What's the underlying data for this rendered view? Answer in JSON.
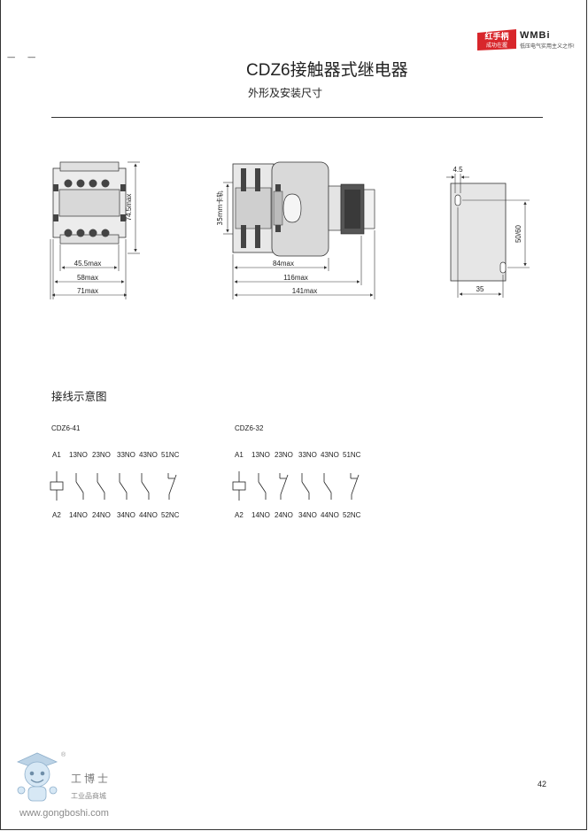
{
  "header": {
    "dashes": [
      "-----",
      "-----"
    ],
    "brand_badge_line1": "红手柄",
    "brand_badge_line2": "成功在握",
    "brand_name": "WMBi",
    "brand_slogan": "低压电气实用主义之作!",
    "title": "CDZ6接触器式继电器",
    "subtitle": "外形及安装尺寸"
  },
  "front_view": {
    "dim_height": "74.5max",
    "dim_w1": "45.5max",
    "dim_w2": "58max",
    "dim_w3": "71max"
  },
  "side_view": {
    "dim_rail": "35mm卡轨",
    "dim_d1": "84max",
    "dim_d2": "116max",
    "dim_d3": "141max"
  },
  "mount_view": {
    "dim_hole": "4.5",
    "dim_vertical": "50/60",
    "dim_horizontal": "35"
  },
  "wiring": {
    "heading": "接线示意图",
    "diagrams": [
      {
        "model": "CDZ6-41",
        "coil_top": "A1",
        "coil_bottom": "A2",
        "top_labels": [
          "13NO",
          "23NO",
          "33NO",
          "43NO",
          "51NC"
        ],
        "bottom_labels": [
          "14NO",
          "24NO",
          "34NO",
          "44NO",
          "52NC"
        ]
      },
      {
        "model": "CDZ6-32",
        "coil_top": "A1",
        "coil_bottom": "A2",
        "top_labels": [
          "13NO",
          "23NO",
          "33NO",
          "43NO",
          "51NC"
        ],
        "bottom_labels": [
          "14NO",
          "24NO",
          "34NO",
          "44NO",
          "52NC"
        ]
      }
    ]
  },
  "footer": {
    "logo_name": "工博士",
    "logo_desc": "工业品商城",
    "logo_url": "www.gongboshi.com",
    "registered": "®",
    "page_number": "42"
  }
}
